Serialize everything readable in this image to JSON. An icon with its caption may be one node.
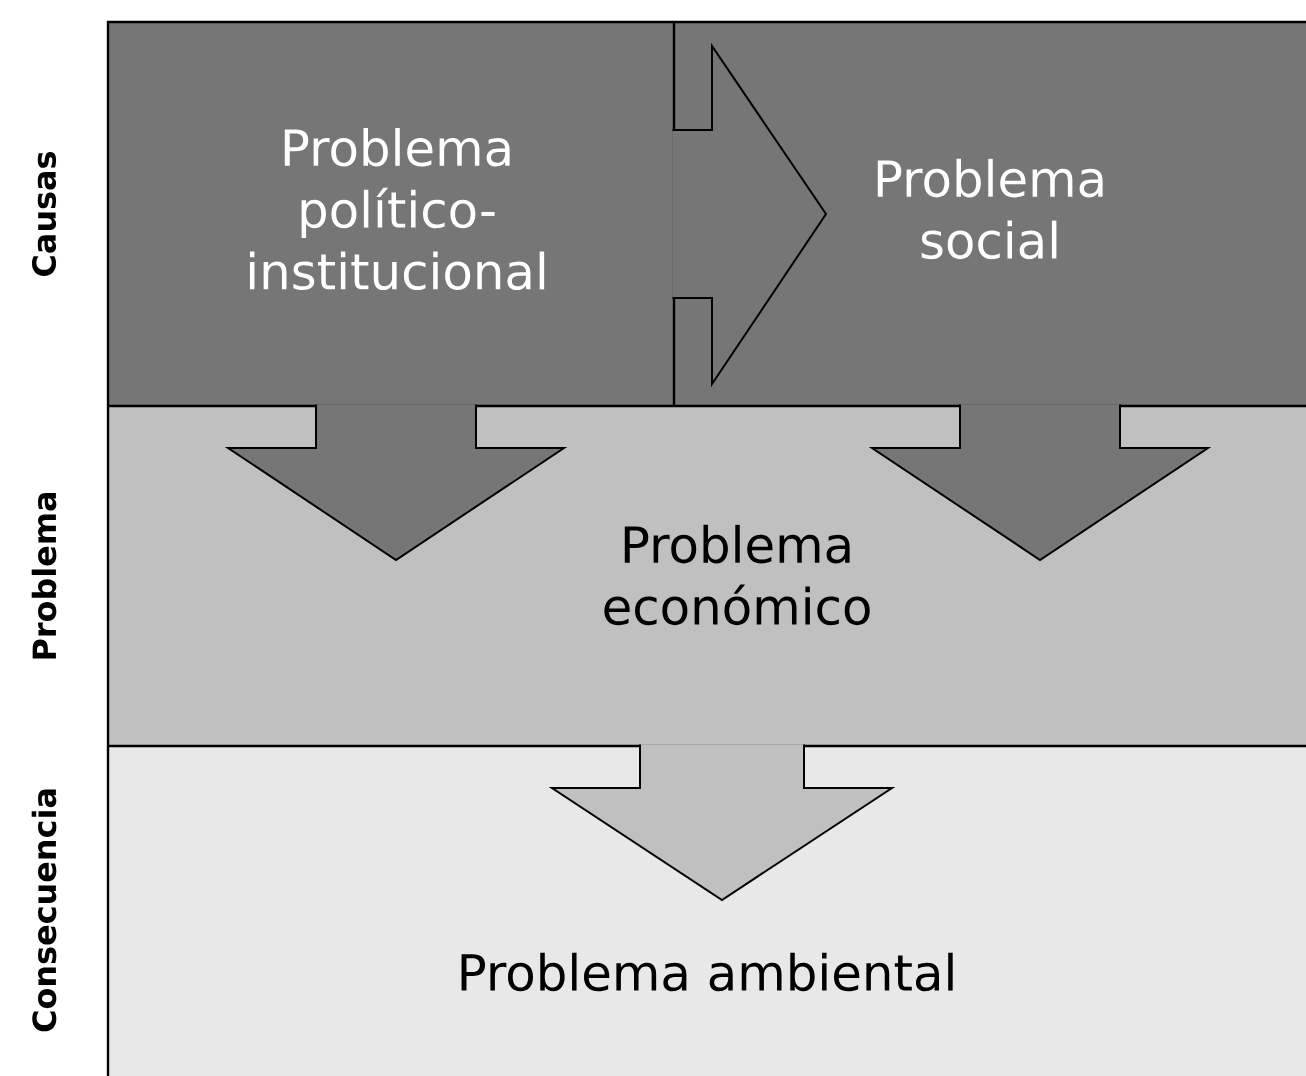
{
  "diagram": {
    "nodes": [
      {
        "text": [
          "Problema político-institucional"
        ]
      },
      {
        "text": [
          "Problema social"
        ]
      },
      {
        "text": [
          "Problema económico"
        ]
      },
      {
        "text": [
          "Problema ambiental"
        ]
      }
    ],
    "edges": [
      {
        "from": 0,
        "to": 1,
        "arrow": "to"
      },
      {
        "from": 0,
        "to": 2,
        "arrow": "to"
      },
      {
        "from": 1,
        "to": 2,
        "arrow": "to"
      },
      {
        "from": 2,
        "to": 3,
        "arrow": "to"
      }
    ],
    "labels": [
      "Causas",
      "Problema",
      "Consecuencia"
    ]
  }
}
